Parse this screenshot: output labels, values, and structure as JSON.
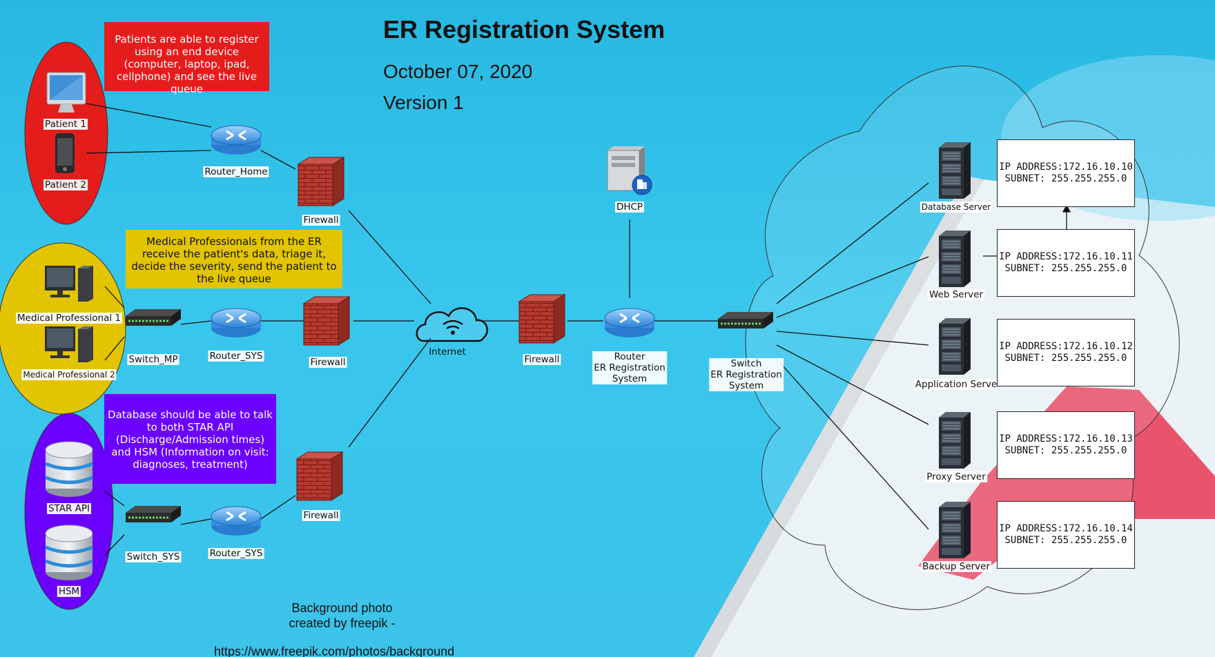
{
  "title": "ER Registration System",
  "date": "October 07, 2020",
  "version": "Version 1",
  "notes": {
    "patients": "Patients are able to register using an end device (computer, laptop, ipad, cellphone) and see the live queue",
    "medical": "Medical Professionals from the ER receive the patient's data, triage it, decide the severity, send the patient to the live queue",
    "database": "Database should be able to talk to both STAR API (Discharge/Admission times) and HSM (Information on visit: diagnoses, treatment)"
  },
  "labels": {
    "patient1": "Patient 1",
    "patient2": "Patient 2",
    "router_home": "Router_Home",
    "firewall_top": "Firewall",
    "medical1": "Medical Professional 1",
    "medical2": "Medical Professional 2",
    "switch_mp": "Switch_MP",
    "router_sys_mid": "Router_SYS",
    "firewall_mid": "Firewall",
    "internet": "Internet",
    "firewall_center": "Firewall",
    "router_er": "Router\nER Registration\nSystem",
    "dhcp": "DHCP",
    "switch_er": "Switch\nER Registration\nSystem",
    "star_api": "STAR API",
    "hsm": "HSM",
    "switch_sys": "Switch_SYS",
    "router_sys_bottom": "Router_SYS",
    "firewall_bottom": "Firewall"
  },
  "servers": [
    {
      "name": "Database Server",
      "ip": "IP ADDRESS:172.16.10.10",
      "subnet": "SUBNET: 255.255.255.0"
    },
    {
      "name": "Web Server",
      "ip": "IP ADDRESS:172.16.10.11",
      "subnet": "SUBNET: 255.255.255.0"
    },
    {
      "name": "Application Serve",
      "ip": "IP ADDRESS:172.16.10.12",
      "subnet": "SUBNET: 255.255.255.0"
    },
    {
      "name": "Proxy Server",
      "ip": "IP ADDRESS:172.16.10.13",
      "subnet": "SUBNET: 255.255.255.0"
    },
    {
      "name": "Backup Server",
      "ip": "IP ADDRESS:172.16.10.14",
      "subnet": "SUBNET: 255.255.255.0"
    }
  ],
  "credit": {
    "line1": "Background photo",
    "line2": "created by freepik -",
    "url": "https://www.freepik.com/photos/background"
  },
  "colors": {
    "patients_ellipse": "#e51c1c",
    "medical_ellipse": "#e2c400",
    "database_ellipse": "#6a00ff",
    "patients_note": "#e51c1c",
    "medical_note": "#e2c400",
    "database_note": "#6a00ff",
    "background": "#35c0e8"
  }
}
